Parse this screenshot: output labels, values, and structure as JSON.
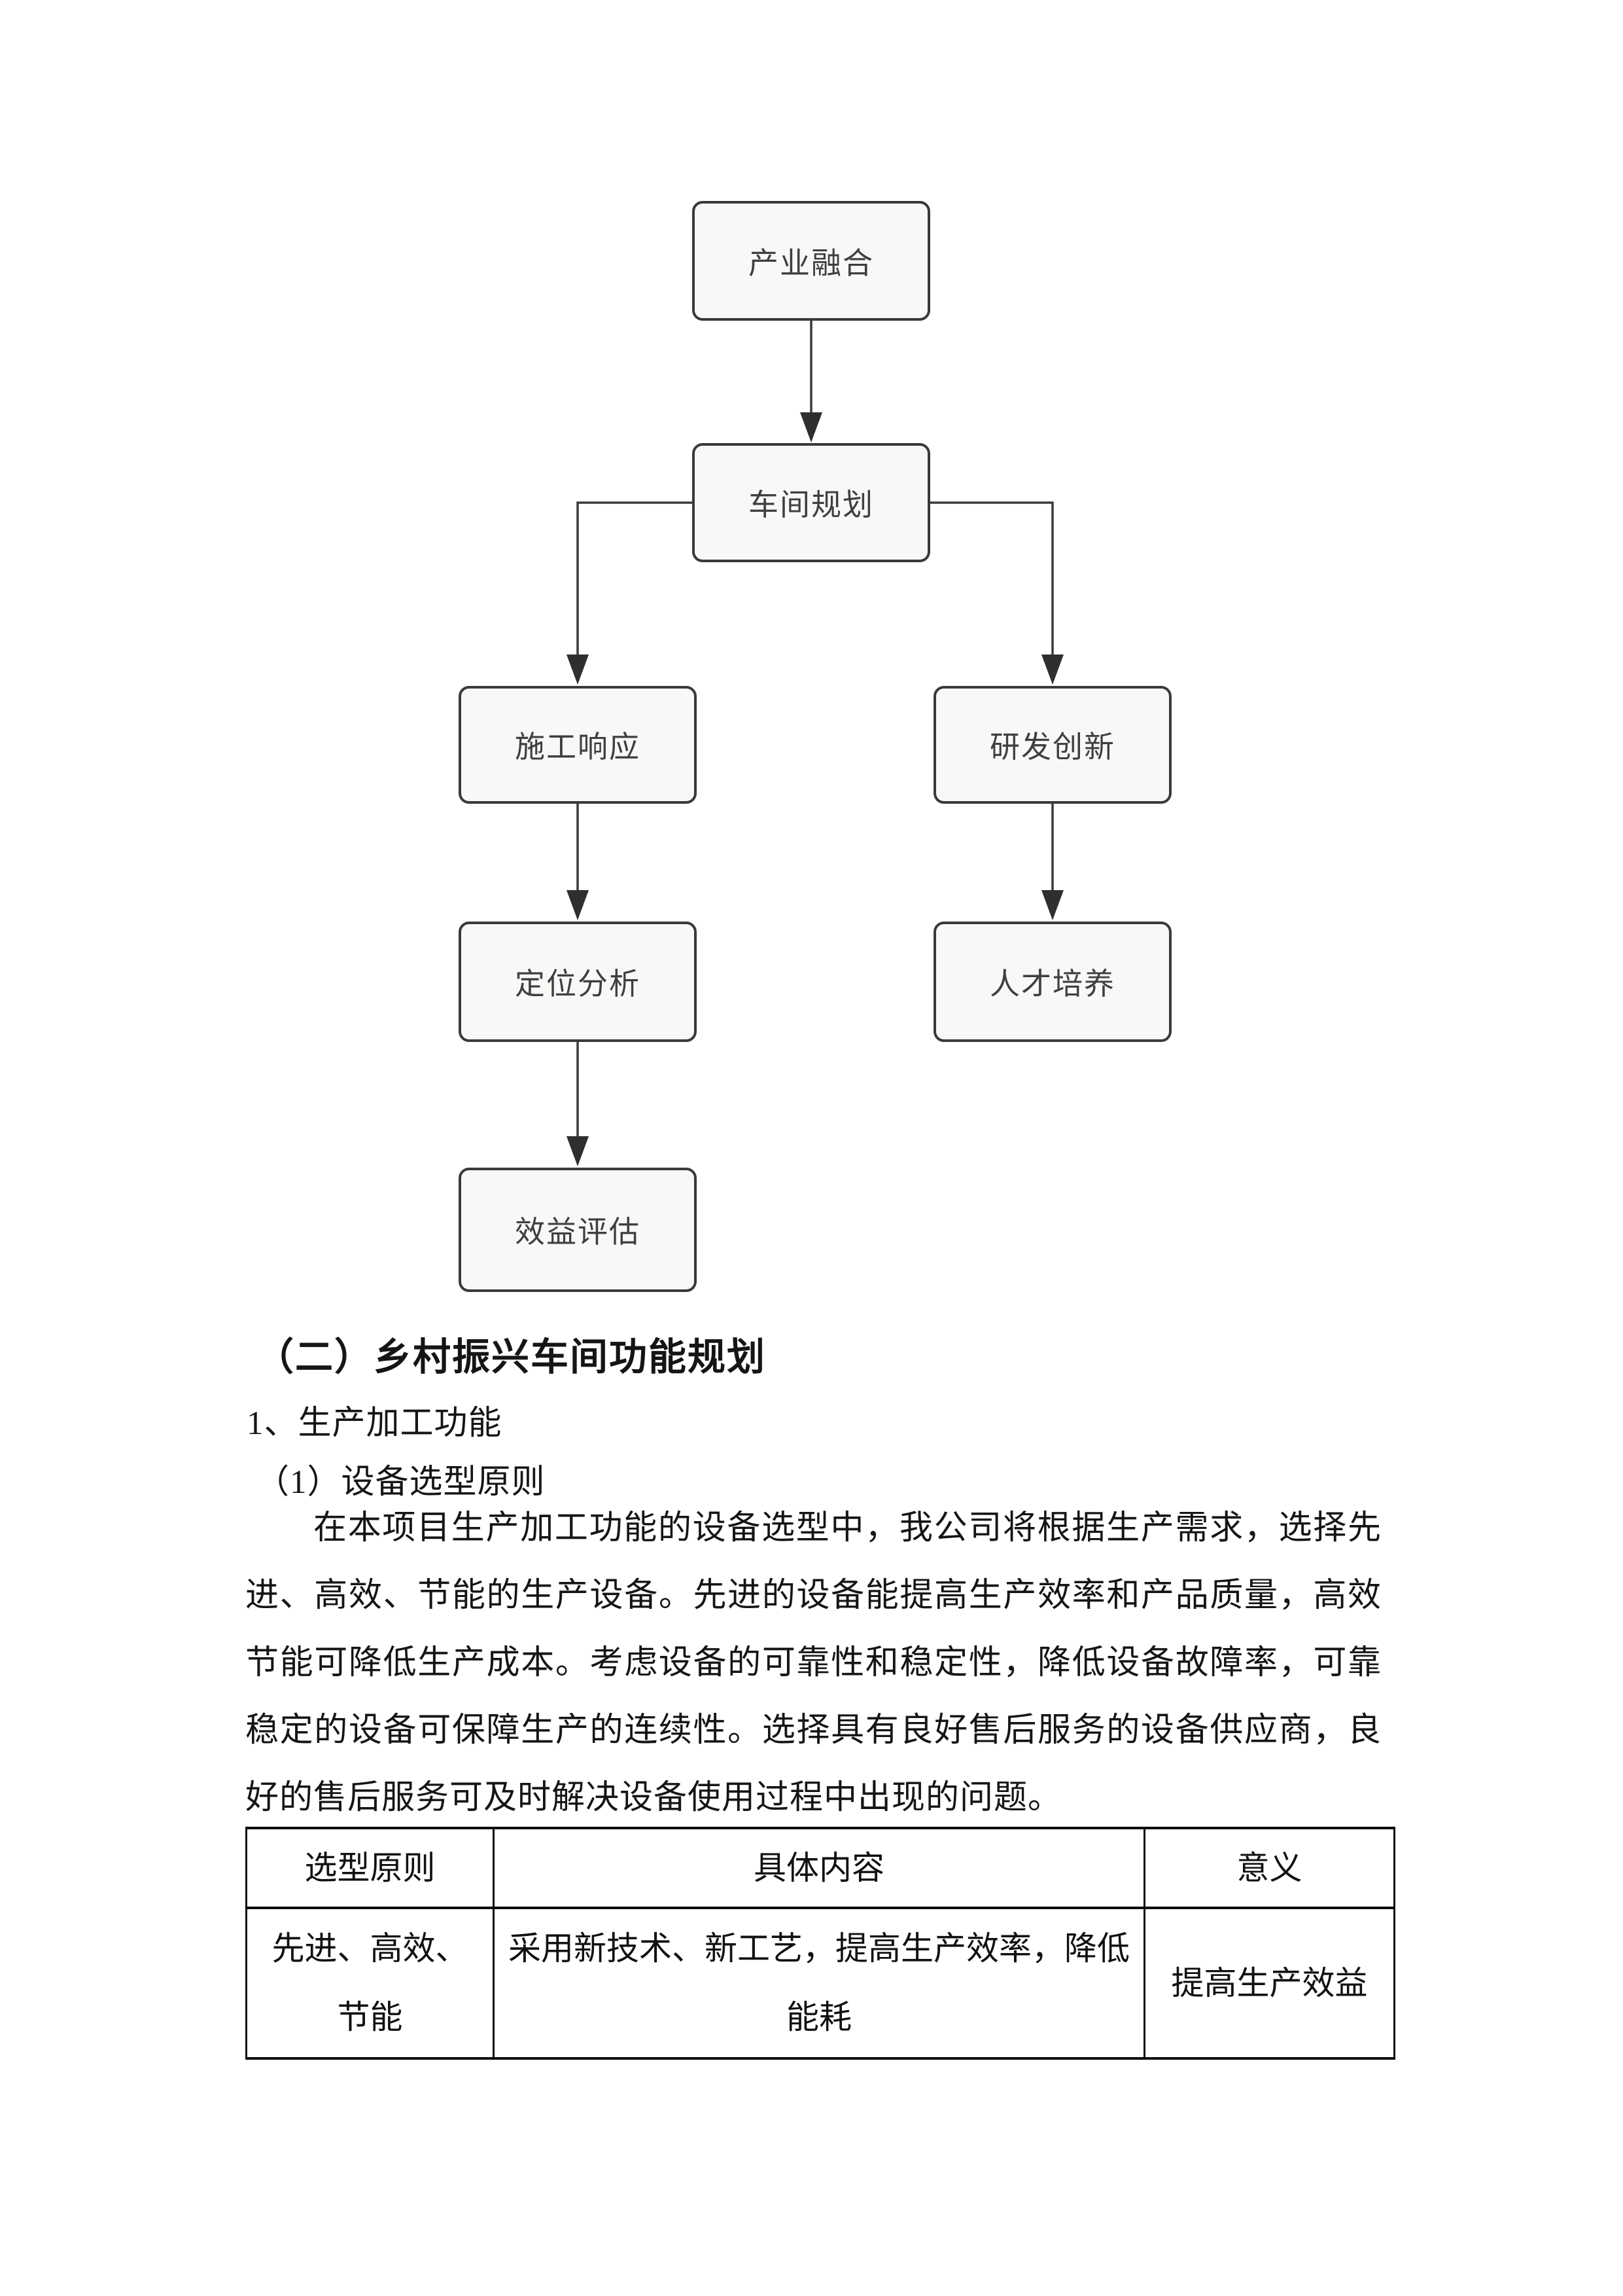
{
  "flowchart": {
    "nodes": [
      {
        "id": "industry-integration",
        "label": "产业融合"
      },
      {
        "id": "workshop-planning",
        "label": "车间规划"
      },
      {
        "id": "construction-response",
        "label": "施工响应"
      },
      {
        "id": "rd-innovation",
        "label": "研发创新"
      },
      {
        "id": "positioning-analysis",
        "label": "定位分析"
      },
      {
        "id": "talent-training",
        "label": "人才培养"
      },
      {
        "id": "benefit-evaluation",
        "label": "效益评估"
      }
    ],
    "edges": [
      [
        "产业融合",
        "车间规划"
      ],
      [
        "车间规划",
        "施工响应"
      ],
      [
        "车间规划",
        "研发创新"
      ],
      [
        "施工响应",
        "定位分析"
      ],
      [
        "研发创新",
        "人才培养"
      ],
      [
        "定位分析",
        "效益评估"
      ]
    ],
    "node_fill": "#f8f8f6",
    "node_border": "#3a3a3a",
    "connector_color": "#3a3a3a"
  },
  "headings": {
    "section": "（二）乡村振兴车间功能规划",
    "sub1": "1、生产加工功能",
    "sub2": "（1）设备选型原则"
  },
  "paragraph": "在本项目生产加工功能的设备选型中，我公司将根据生产需求，选择先进、高效、节能的生产设备。先进的设备能提高生产效率和产品质量，高效节能可降低生产成本。考虑设备的可靠性和稳定性，降低设备故障率，可靠稳定的设备可保障生产的连续性。选择具有良好售后服务的设备供应商，良好的售后服务可及时解决设备使用过程中出现的问题。",
  "table": {
    "headers": [
      "选型原则",
      "具体内容",
      "意义"
    ],
    "rows": [
      [
        "先进、高效、节能",
        "采用新技术、新工艺，提高生产效率，降低能耗",
        "提高生产效益"
      ]
    ],
    "border_color": "#0d0d0d"
  },
  "colors": {
    "page_background": "#ffffff",
    "text": "#151515"
  }
}
